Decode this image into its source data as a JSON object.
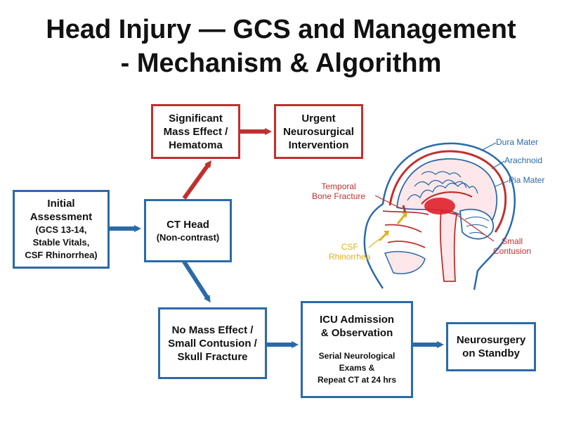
{
  "title": {
    "line1": "Head Injury — GCS and Management",
    "line2": "- Mechanism & Algorithm"
  },
  "colors": {
    "blue": "#2b6aa8",
    "red": "#c0302f",
    "yellow": "#e0b21a"
  },
  "nodes": {
    "initial": {
      "title": "Initial\nAssessment",
      "detail": "(GCS 13-14,\nStable Vitals,\nCSF Rhinorrhea)"
    },
    "ct": {
      "title": "CT Head",
      "detail": "(Non-contrast)"
    },
    "mass": {
      "title": "Significant\nMass Effect /\nHematoma"
    },
    "urgent": {
      "title": "Urgent\nNeurosurgical\nIntervention"
    },
    "nomass": {
      "title": "No Mass Effect /\nSmall Contusion /\nSkull Fracture"
    },
    "icu": {
      "title": "ICU Admission\n& Observation",
      "detail": "Serial Neurological\nExams &\nRepeat CT at 24 hrs"
    },
    "standby": {
      "title": "Neurosurgery\non Standby"
    }
  },
  "anatomy": {
    "labels": {
      "dura": "Dura Mater",
      "arachnoid": "Arachnoid",
      "pia": "Pia Mater",
      "temporal": "Temporal\nBone Fracture",
      "csf": "CSF\nRhinorrhea",
      "contusion": "Small\nContusion"
    }
  }
}
